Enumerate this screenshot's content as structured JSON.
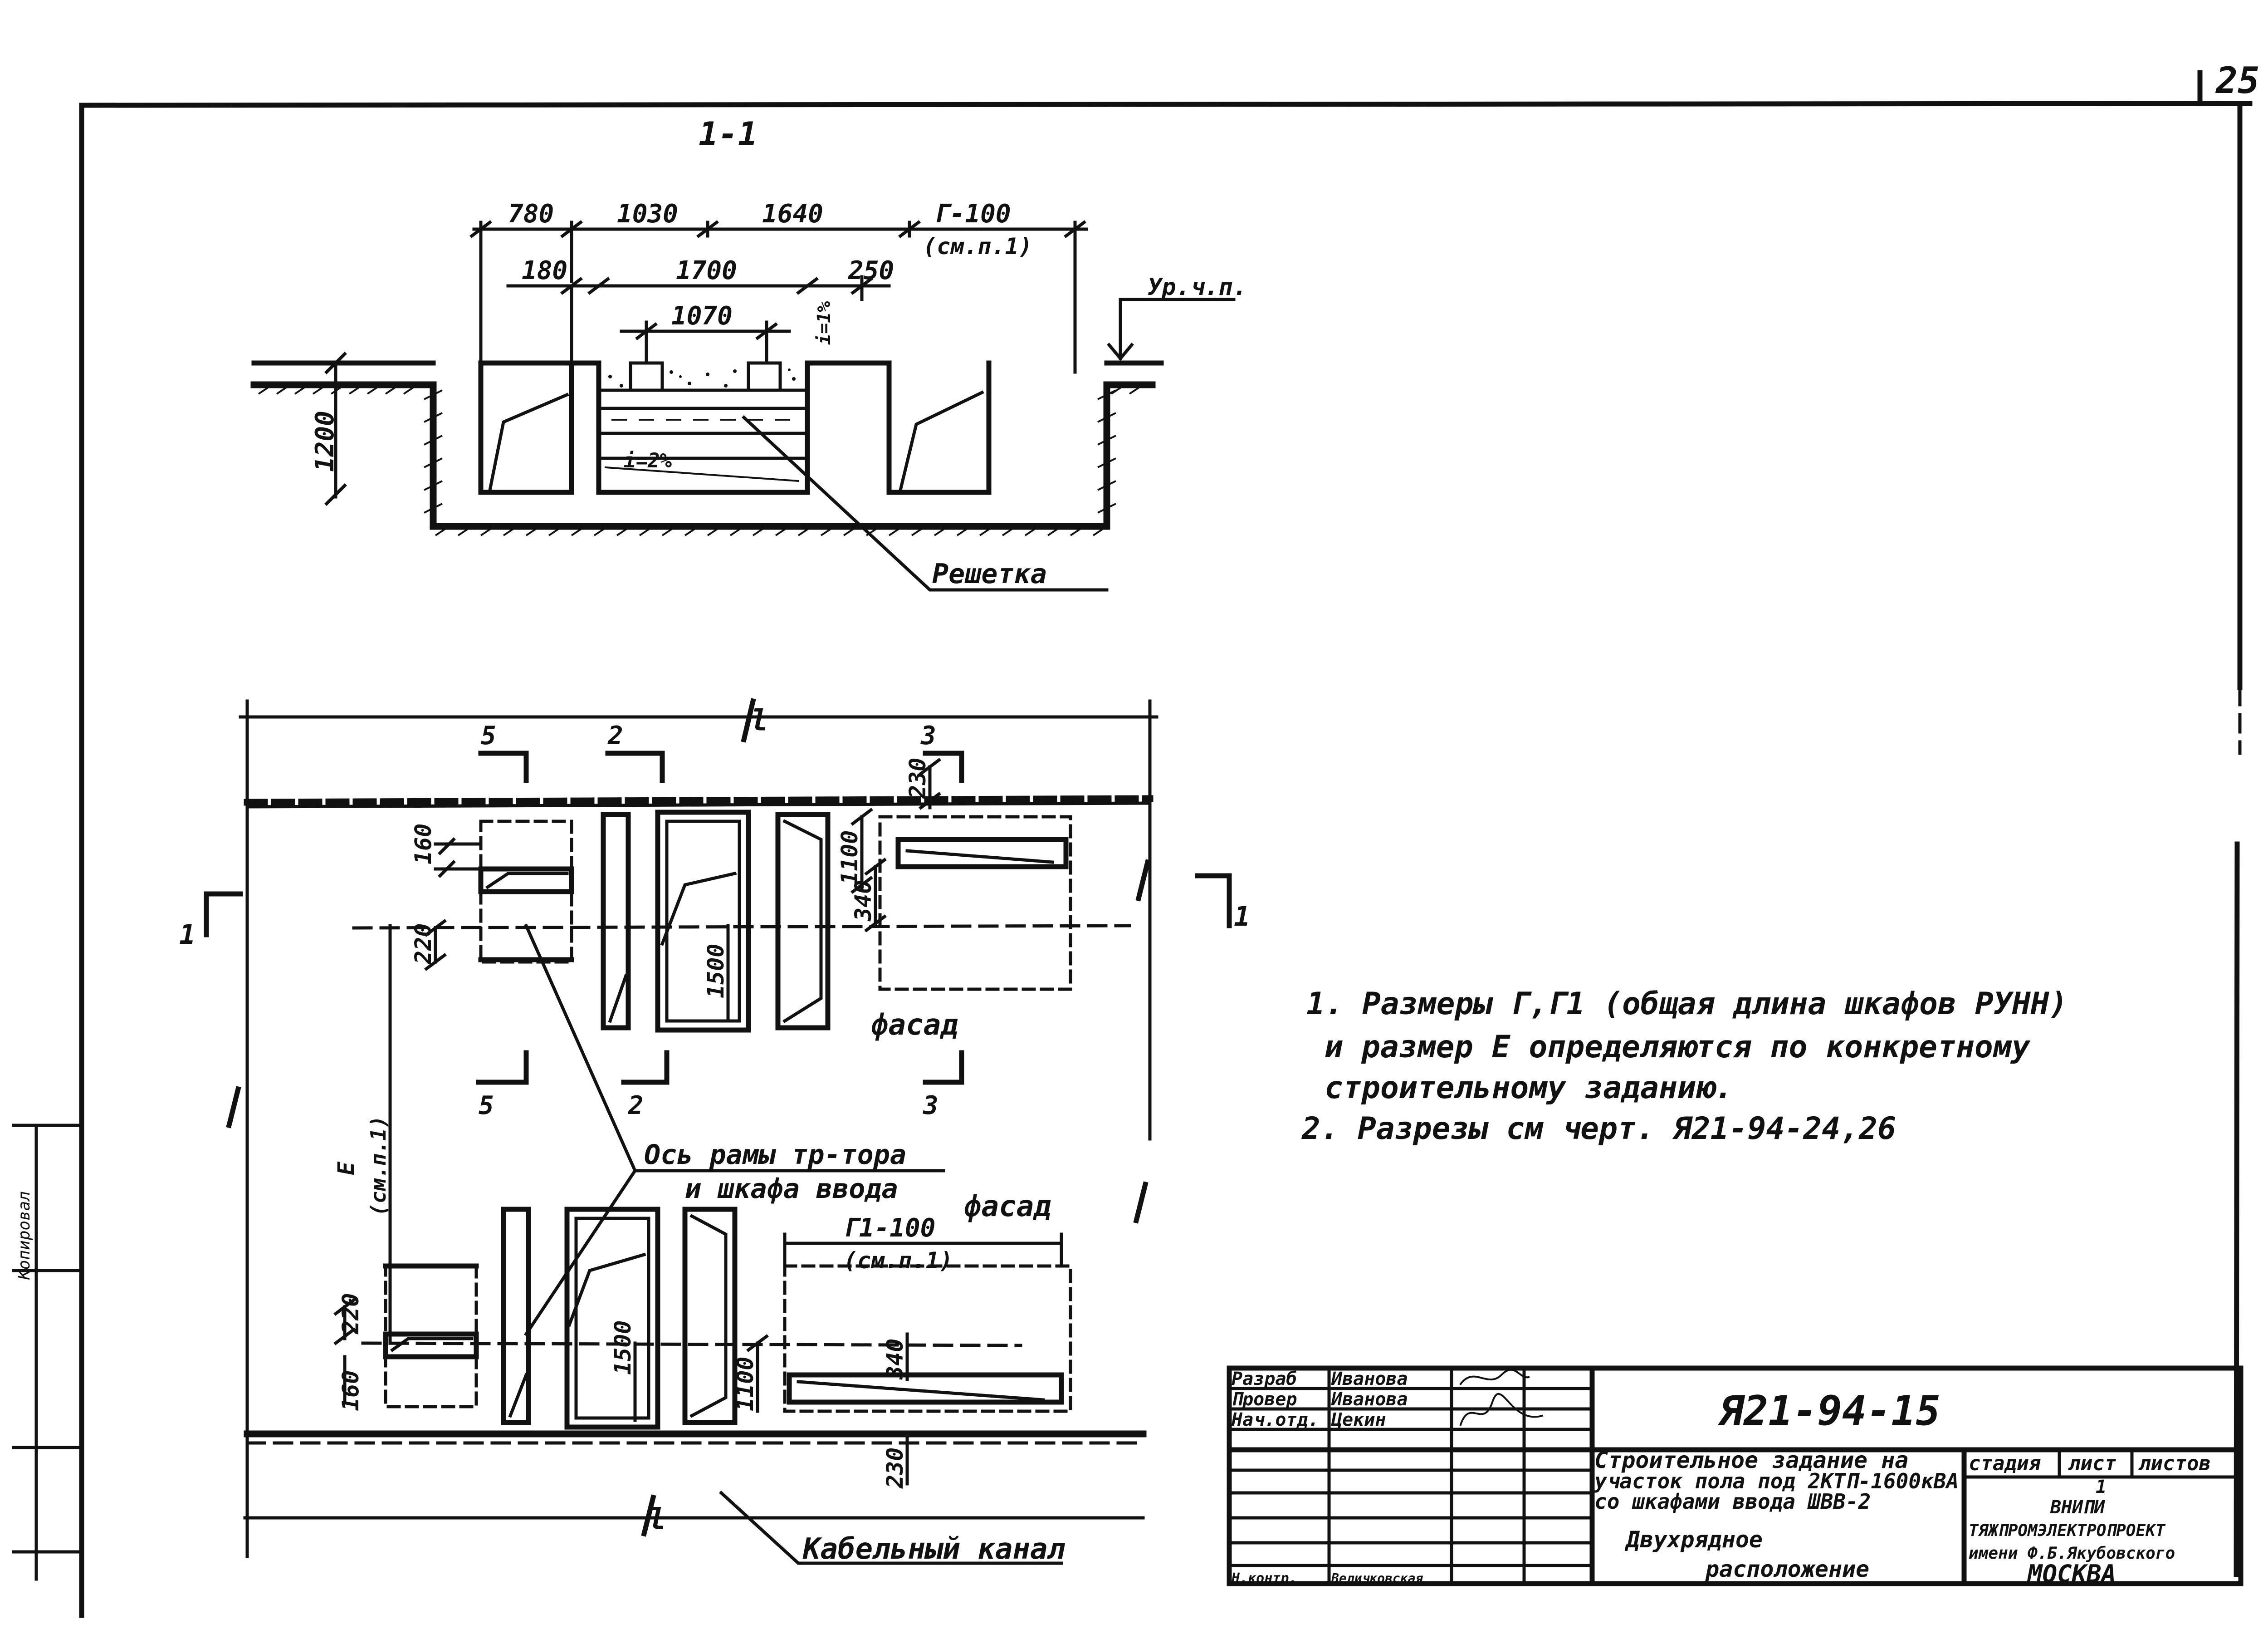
{
  "sheet_number": "25",
  "section_title": "1-1",
  "section": {
    "dims_top": [
      "780",
      "1030",
      "1640",
      "Г-100",
      "(см.п.1)"
    ],
    "dims_second": [
      "180",
      "1700",
      "250"
    ],
    "dim_1070": "1070",
    "slope_top": "i=1%",
    "slope_bottom": "i=2%",
    "floor_level": "Ур.ч.п.",
    "depth": "1200",
    "grating_label": "Решетка"
  },
  "plan": {
    "dim_l": "l",
    "cut_marks": [
      "5",
      "2",
      "3",
      "5",
      "2",
      "3"
    ],
    "section_marks": [
      "1",
      "1"
    ],
    "dims_upper": [
      "230",
      "160",
      "220",
      "1100",
      "340",
      "1500"
    ],
    "dims_lower": [
      "220",
      "160",
      "1500",
      "340",
      "1100",
      "230"
    ],
    "dim_e": "E",
    "dim_e_note": "(см.п.1)",
    "g1_dim": "Г1-100",
    "g1_note": "(см.п.1)",
    "facade_labels": [
      "фасад",
      "фасад"
    ],
    "axis_label_line1": "Ось рамы тр-тора",
    "axis_label_line2": "и шкафа ввода",
    "cable_channel": "Кабельный канал"
  },
  "notes": [
    "1. Размеры Г,Г1 (общая длина шкафов РУНН)",
    "и размер Е определяются по конкретному",
    "строительному заданию.",
    "2. Разрезы см черт. Я21-94-24,26"
  ],
  "title_block": {
    "roles": [
      "Разраб",
      "Провер",
      "Нач.отд.",
      "",
      "",
      "",
      "Н.контр."
    ],
    "names": [
      "Иванова",
      "Иванова",
      "Цекин",
      "",
      "",
      "",
      "Величковская"
    ],
    "drawing_code": "Я21-94-15",
    "description": [
      "Строительное задание на",
      "участок пола под 2КТП-1600кВА",
      "со шкафами ввода ШВВ-2",
      "Двухрядное",
      "расположение"
    ],
    "stage_header": "стадия",
    "sheet_header": "лист",
    "sheets_header": "листов",
    "sheet_value": "1",
    "org_lines": [
      "ВНИПИ",
      "ТЯЖПРОМЭЛЕКТРОПРОЕКТ",
      "имени Ф.Б.Якубовского",
      "МОСКВА"
    ]
  },
  "side_stamp_label": "Копировал"
}
